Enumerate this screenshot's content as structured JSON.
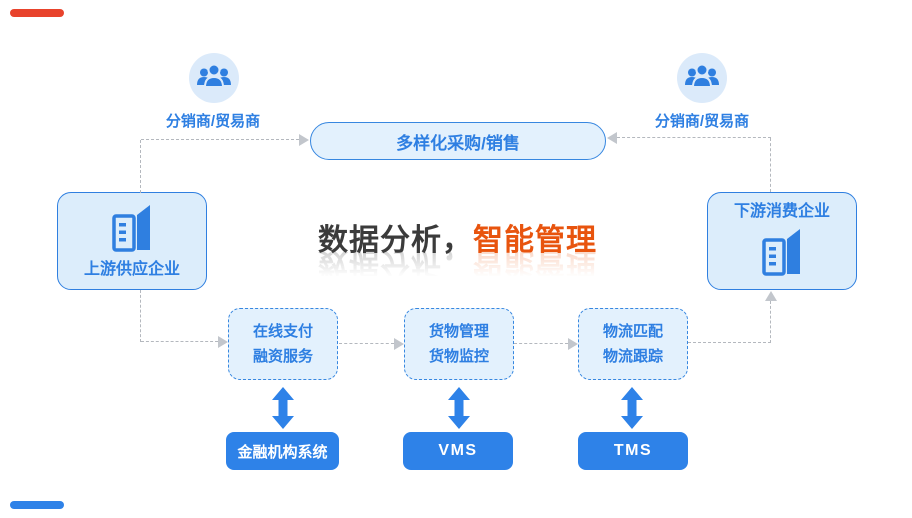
{
  "slide": {
    "background": "#ffffff"
  },
  "accent_bars": {
    "top_color": "#e8432c",
    "bottom_color": "#2e82e8"
  },
  "actors": {
    "left_label": "分销商/贸易商",
    "right_label": "分销商/贸易商",
    "icon": "people-group-icon"
  },
  "top_flow_box": {
    "label": "多样化采购/销售"
  },
  "supplier_box": {
    "label": "上游供应企业",
    "icon": "buildings-icon"
  },
  "consumer_box": {
    "label": "下游消费企业",
    "icon": "buildings-icon"
  },
  "headline": {
    "dark_text": "数据分析，",
    "accent_text": "智能管理"
  },
  "process_boxes": [
    {
      "line1": "在线支付",
      "line2": "融资服务"
    },
    {
      "line1": "货物管理",
      "line2": "货物监控"
    },
    {
      "line1": "物流匹配",
      "line2": "物流跟踪"
    }
  ],
  "system_buttons": [
    {
      "label": "金融机构系统"
    },
    {
      "label": "VMS"
    },
    {
      "label": "TMS"
    }
  ],
  "colors": {
    "primary_blue": "#2e82e8",
    "icon_blue": "#2f7fe0",
    "text_blue": "#2e7fe2",
    "box_border_blue": "#3787e0",
    "box_fill_light": "#e3f1fd",
    "entity_fill": "#dcedfb",
    "circle_fill": "#dbeafa",
    "connector_gray": "#b4b8be",
    "headline_dark": "#3b3b3b",
    "headline_accent": "#e8540e",
    "button_text": "#ffffff"
  }
}
